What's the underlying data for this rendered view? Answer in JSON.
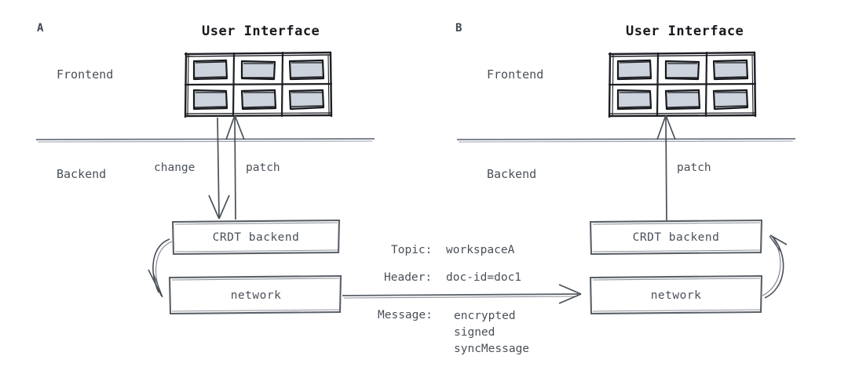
{
  "figure": {
    "background": "#ffffff",
    "ink": "#4a5059",
    "ink_dark": "#16181c",
    "panel_fill": "#cdd3dc"
  },
  "panels": [
    {
      "id": "A",
      "label": "A",
      "ui_title": "User Interface",
      "tiers": [
        {
          "name": "frontend",
          "label": "Frontend"
        },
        {
          "name": "backend",
          "label": "Backend"
        }
      ],
      "arrows": [
        {
          "name": "change",
          "label": "change",
          "direction": "down"
        },
        {
          "name": "patch",
          "label": "patch",
          "direction": "up"
        }
      ],
      "boxes": [
        {
          "name": "crdt-backend",
          "label": "CRDT backend"
        },
        {
          "name": "network",
          "label": "network"
        }
      ],
      "internal_arrow": {
        "name": "crdt-to-network",
        "from": "crdt-backend",
        "to": "network",
        "label": ""
      },
      "ui_cells": 6
    },
    {
      "id": "B",
      "label": "B",
      "ui_title": "User Interface",
      "tiers": [
        {
          "name": "frontend",
          "label": "Frontend"
        },
        {
          "name": "backend",
          "label": "Backend"
        }
      ],
      "arrows": [
        {
          "name": "patch",
          "label": "patch",
          "direction": "up"
        }
      ],
      "boxes": [
        {
          "name": "crdt-backend",
          "label": "CRDT backend"
        },
        {
          "name": "network",
          "label": "network"
        }
      ],
      "internal_arrow": {
        "name": "network-to-crdt",
        "from": "network",
        "to": "crdt-backend",
        "label": ""
      },
      "ui_cells": 6
    }
  ],
  "transport": {
    "name": "network-message",
    "direction": "left-to-right",
    "fields": [
      {
        "key": "Topic:",
        "value": "workspaceA"
      },
      {
        "key": "Header:",
        "value": "doc-id=doc1"
      }
    ],
    "message": {
      "key": "Message:",
      "lines": [
        "encrypted",
        "signed",
        "syncMessage"
      ]
    }
  }
}
